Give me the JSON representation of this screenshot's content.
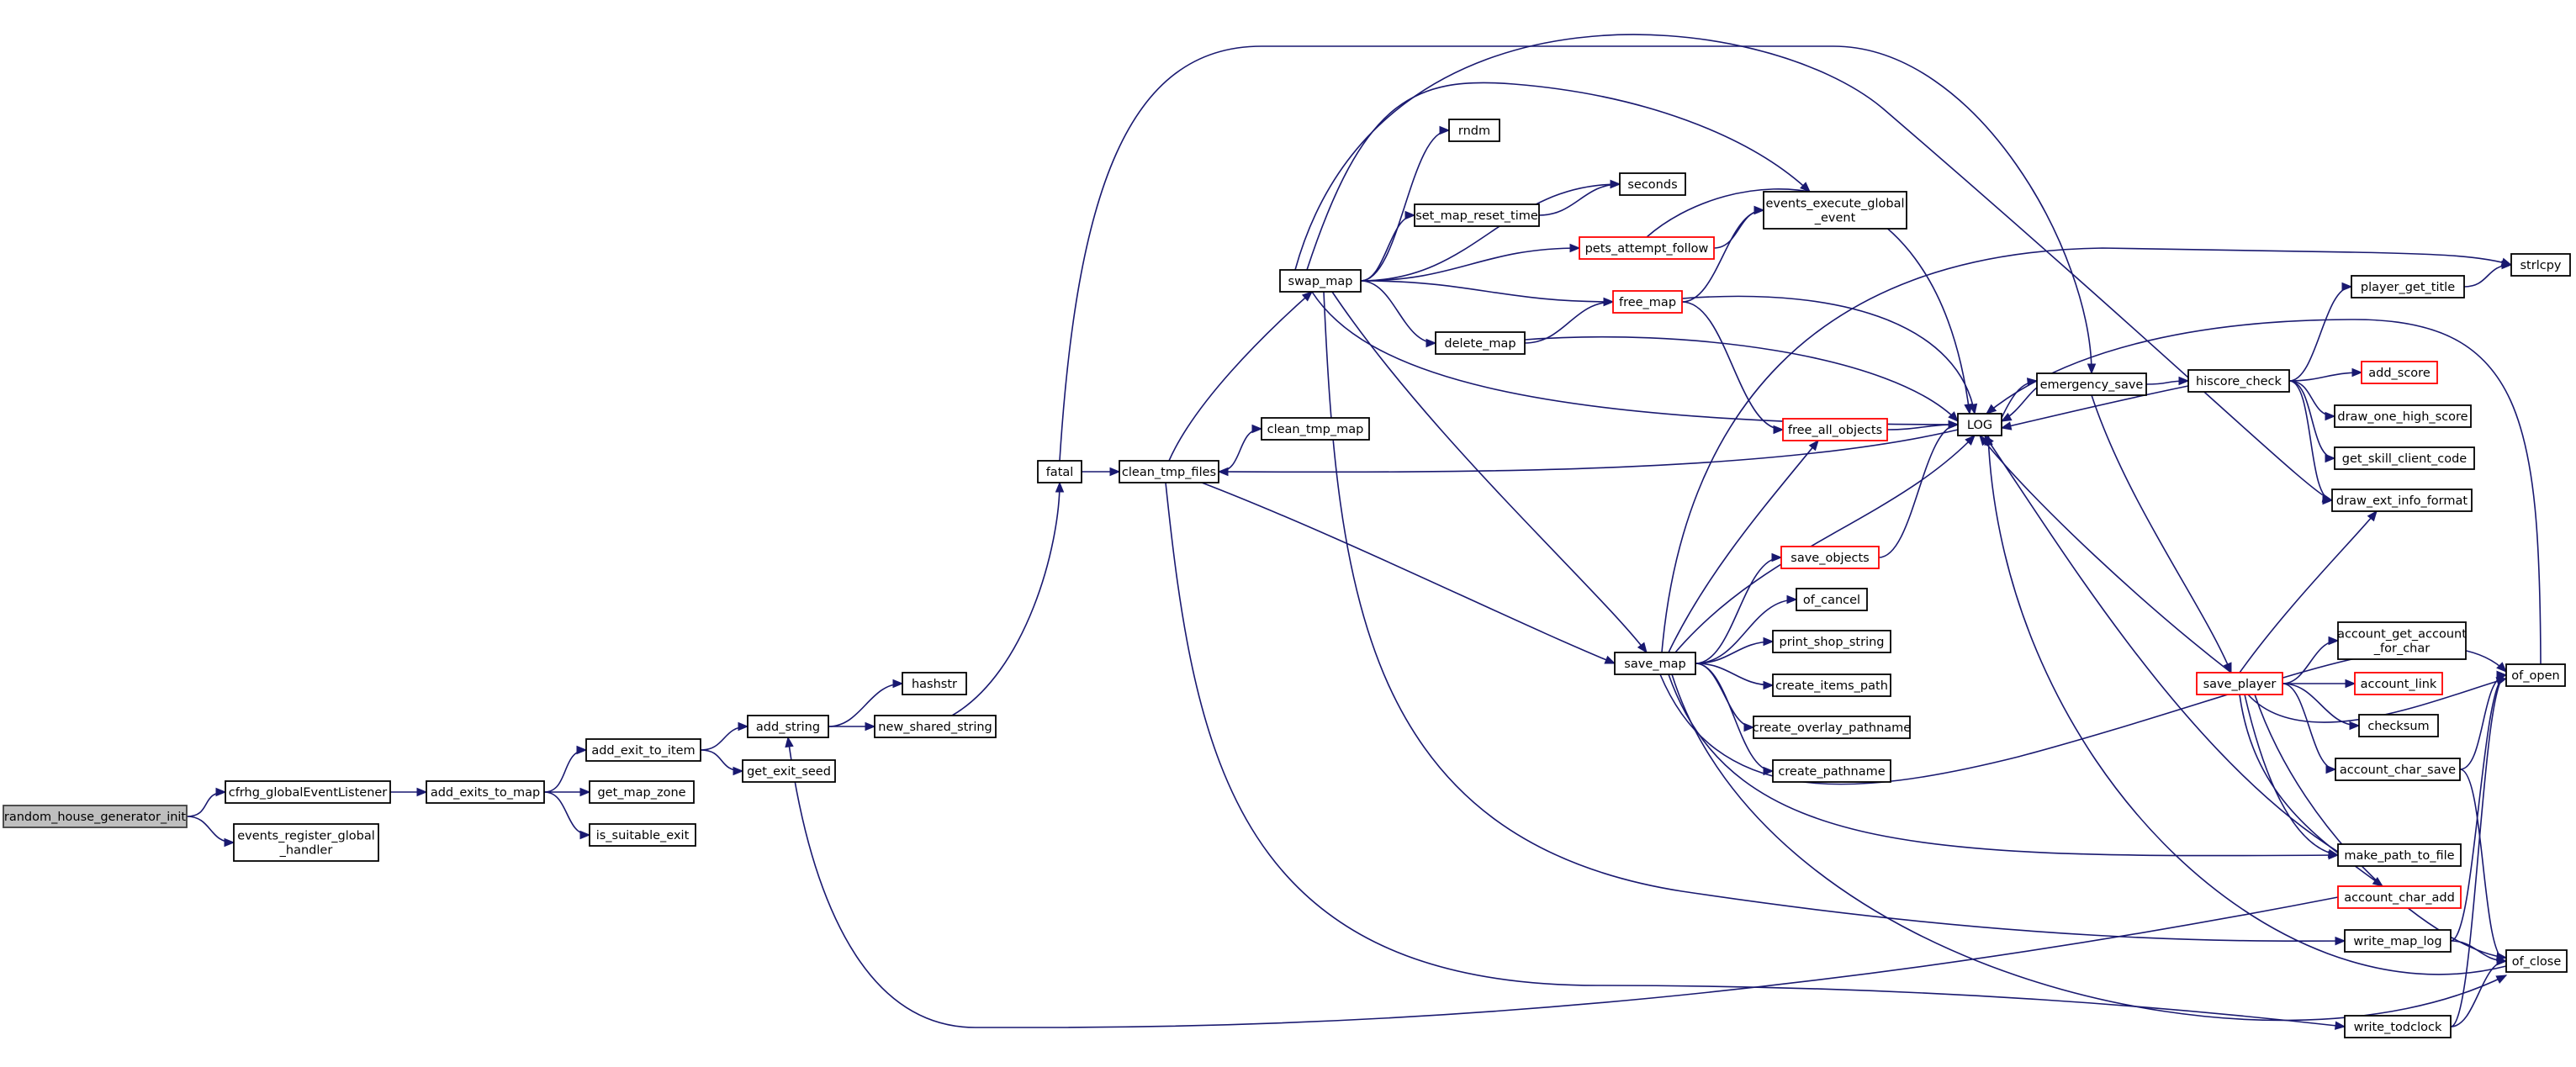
{
  "nodes": [
    {
      "id": "random_house_generator_init",
      "lines": [
        "random_house_generator_init"
      ],
      "root": true
    },
    {
      "id": "cfrhg_globalEventListener",
      "lines": [
        "cfrhg_globalEventListener"
      ]
    },
    {
      "id": "events_register_global_handler",
      "lines": [
        "events_register_global",
        "_handler"
      ]
    },
    {
      "id": "add_exits_to_map",
      "lines": [
        "add_exits_to_map"
      ]
    },
    {
      "id": "add_exit_to_item",
      "lines": [
        "add_exit_to_item"
      ]
    },
    {
      "id": "get_map_zone",
      "lines": [
        "get_map_zone"
      ]
    },
    {
      "id": "is_suitable_exit",
      "lines": [
        "is_suitable_exit"
      ]
    },
    {
      "id": "add_string",
      "lines": [
        "add_string"
      ]
    },
    {
      "id": "get_exit_seed",
      "lines": [
        "get_exit_seed"
      ]
    },
    {
      "id": "hashstr",
      "lines": [
        "hashstr"
      ]
    },
    {
      "id": "new_shared_string",
      "lines": [
        "new_shared_string"
      ]
    },
    {
      "id": "fatal",
      "lines": [
        "fatal"
      ]
    },
    {
      "id": "clean_tmp_files",
      "lines": [
        "clean_tmp_files"
      ]
    },
    {
      "id": "clean_tmp_map",
      "lines": [
        "clean_tmp_map"
      ]
    },
    {
      "id": "swap_map",
      "lines": [
        "swap_map"
      ]
    },
    {
      "id": "rndm",
      "lines": [
        "rndm"
      ]
    },
    {
      "id": "seconds",
      "lines": [
        "seconds"
      ]
    },
    {
      "id": "set_map_reset_time",
      "lines": [
        "set_map_reset_time"
      ]
    },
    {
      "id": "pets_attempt_follow",
      "lines": [
        "pets_attempt_follow"
      ],
      "red": true
    },
    {
      "id": "free_map",
      "lines": [
        "free_map"
      ],
      "red": true
    },
    {
      "id": "delete_map",
      "lines": [
        "delete_map"
      ]
    },
    {
      "id": "events_execute_global_event",
      "lines": [
        "events_execute_global",
        "_event"
      ]
    },
    {
      "id": "free_all_objects",
      "lines": [
        "free_all_objects"
      ],
      "red": true
    },
    {
      "id": "LOG",
      "lines": [
        "LOG"
      ]
    },
    {
      "id": "save_map",
      "lines": [
        "save_map"
      ]
    },
    {
      "id": "save_objects",
      "lines": [
        "save_objects"
      ],
      "red": true
    },
    {
      "id": "of_cancel",
      "lines": [
        "of_cancel"
      ]
    },
    {
      "id": "print_shop_string",
      "lines": [
        "print_shop_string"
      ]
    },
    {
      "id": "create_items_path",
      "lines": [
        "create_items_path"
      ]
    },
    {
      "id": "create_overlay_pathname",
      "lines": [
        "create_overlay_pathname"
      ]
    },
    {
      "id": "create_pathname",
      "lines": [
        "create_pathname"
      ]
    },
    {
      "id": "emergency_save",
      "lines": [
        "emergency_save"
      ]
    },
    {
      "id": "hiscore_check",
      "lines": [
        "hiscore_check"
      ]
    },
    {
      "id": "player_get_title",
      "lines": [
        "player_get_title"
      ]
    },
    {
      "id": "strlcpy",
      "lines": [
        "strlcpy"
      ]
    },
    {
      "id": "add_score",
      "lines": [
        "add_score"
      ],
      "red": true
    },
    {
      "id": "draw_one_high_score",
      "lines": [
        "draw_one_high_score"
      ]
    },
    {
      "id": "get_skill_client_code",
      "lines": [
        "get_skill_client_code"
      ]
    },
    {
      "id": "draw_ext_info_format",
      "lines": [
        "draw_ext_info_format"
      ]
    },
    {
      "id": "save_player",
      "lines": [
        "save_player"
      ],
      "red": true
    },
    {
      "id": "account_get_account_for_char",
      "lines": [
        "account_get_account",
        "_for_char"
      ]
    },
    {
      "id": "account_link",
      "lines": [
        "account_link"
      ],
      "red": true
    },
    {
      "id": "checksum",
      "lines": [
        "checksum"
      ]
    },
    {
      "id": "account_char_save",
      "lines": [
        "account_char_save"
      ]
    },
    {
      "id": "make_path_to_file",
      "lines": [
        "make_path_to_file"
      ]
    },
    {
      "id": "account_char_add",
      "lines": [
        "account_char_add"
      ],
      "red": true
    },
    {
      "id": "write_map_log",
      "lines": [
        "write_map_log"
      ]
    },
    {
      "id": "write_todclock",
      "lines": [
        "write_todclock"
      ]
    },
    {
      "id": "of_open",
      "lines": [
        "of_open"
      ]
    },
    {
      "id": "of_close",
      "lines": [
        "of_close"
      ]
    }
  ],
  "edges": [
    [
      "random_house_generator_init",
      "cfrhg_globalEventListener"
    ],
    [
      "random_house_generator_init",
      "events_register_global_handler"
    ],
    [
      "cfrhg_globalEventListener",
      "add_exits_to_map"
    ],
    [
      "add_exits_to_map",
      "add_exit_to_item"
    ],
    [
      "add_exits_to_map",
      "get_map_zone"
    ],
    [
      "add_exits_to_map",
      "is_suitable_exit"
    ],
    [
      "add_exit_to_item",
      "add_string"
    ],
    [
      "add_exit_to_item",
      "get_exit_seed"
    ],
    [
      "add_string",
      "hashstr"
    ],
    [
      "add_string",
      "new_shared_string"
    ],
    [
      "new_shared_string",
      "fatal"
    ],
    [
      "fatal",
      "clean_tmp_files"
    ],
    [
      "fatal",
      "emergency_save"
    ],
    [
      "clean_tmp_files",
      "clean_tmp_map"
    ],
    [
      "clean_tmp_files",
      "swap_map"
    ],
    [
      "clean_tmp_files",
      "save_map"
    ],
    [
      "clean_tmp_files",
      "write_todclock"
    ],
    [
      "swap_map",
      "rndm"
    ],
    [
      "swap_map",
      "seconds"
    ],
    [
      "swap_map",
      "set_map_reset_time"
    ],
    [
      "swap_map",
      "pets_attempt_follow"
    ],
    [
      "swap_map",
      "free_map"
    ],
    [
      "swap_map",
      "delete_map"
    ],
    [
      "swap_map",
      "events_execute_global_event"
    ],
    [
      "swap_map",
      "LOG"
    ],
    [
      "swap_map",
      "save_map"
    ],
    [
      "swap_map",
      "draw_ext_info_format"
    ],
    [
      "swap_map",
      "write_map_log"
    ],
    [
      "set_map_reset_time",
      "seconds"
    ],
    [
      "pets_attempt_follow",
      "events_execute_global_event"
    ],
    [
      "pets_attempt_follow",
      "LOG"
    ],
    [
      "free_map",
      "events_execute_global_event"
    ],
    [
      "free_map",
      "free_all_objects"
    ],
    [
      "free_map",
      "LOG"
    ],
    [
      "delete_map",
      "free_map"
    ],
    [
      "delete_map",
      "LOG"
    ],
    [
      "free_all_objects",
      "LOG"
    ],
    [
      "LOG",
      "clean_tmp_files"
    ],
    [
      "LOG",
      "emergency_save"
    ],
    [
      "save_map",
      "free_all_objects"
    ],
    [
      "save_map",
      "LOG"
    ],
    [
      "save_map",
      "save_objects"
    ],
    [
      "save_map",
      "of_cancel"
    ],
    [
      "save_map",
      "print_shop_string"
    ],
    [
      "save_map",
      "create_items_path"
    ],
    [
      "save_map",
      "create_overlay_pathname"
    ],
    [
      "save_map",
      "create_pathname"
    ],
    [
      "save_map",
      "strlcpy"
    ],
    [
      "save_map",
      "of_open"
    ],
    [
      "save_map",
      "make_path_to_file"
    ],
    [
      "save_map",
      "of_close"
    ],
    [
      "save_objects",
      "LOG"
    ],
    [
      "emergency_save",
      "LOG"
    ],
    [
      "emergency_save",
      "hiscore_check"
    ],
    [
      "emergency_save",
      "save_player"
    ],
    [
      "hiscore_check",
      "LOG"
    ],
    [
      "hiscore_check",
      "player_get_title"
    ],
    [
      "hiscore_check",
      "add_score"
    ],
    [
      "hiscore_check",
      "draw_one_high_score"
    ],
    [
      "hiscore_check",
      "get_skill_client_code"
    ],
    [
      "hiscore_check",
      "draw_ext_info_format"
    ],
    [
      "player_get_title",
      "strlcpy"
    ],
    [
      "save_player",
      "LOG"
    ],
    [
      "save_player",
      "draw_ext_info_format"
    ],
    [
      "save_player",
      "account_get_account_for_char"
    ],
    [
      "save_player",
      "account_link"
    ],
    [
      "save_player",
      "checksum"
    ],
    [
      "save_player",
      "account_char_save"
    ],
    [
      "save_player",
      "make_path_to_file"
    ],
    [
      "save_player",
      "account_char_add"
    ],
    [
      "save_player",
      "of_open"
    ],
    [
      "save_player",
      "of_close"
    ],
    [
      "account_char_save",
      "of_open"
    ],
    [
      "account_char_save",
      "of_close"
    ],
    [
      "account_char_add",
      "add_string"
    ],
    [
      "make_path_to_file",
      "LOG"
    ],
    [
      "write_map_log",
      "of_open"
    ],
    [
      "write_map_log",
      "of_close"
    ],
    [
      "write_todclock",
      "of_open"
    ],
    [
      "write_todclock",
      "of_close"
    ],
    [
      "of_open",
      "LOG"
    ],
    [
      "of_close",
      "LOG"
    ]
  ]
}
